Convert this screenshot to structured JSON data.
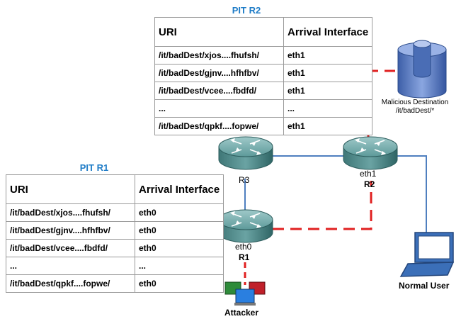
{
  "colors": {
    "title_blue": "#1f7cc7",
    "link_blue": "#4f7fbf",
    "link_red_dashed": "#e02020",
    "router_teal": "#4e8f8f",
    "server_blue": "#5a7fc7",
    "laptop_blue": "#3b6fb8"
  },
  "pit_r2": {
    "title": "PIT R2",
    "headers": [
      "URI",
      "Arrival Interface"
    ],
    "rows": [
      [
        "/it/badDest/xjos....fhufsh/",
        "eth1"
      ],
      [
        "/it/badDest/gjnv....hfhfbv/",
        "eth1"
      ],
      [
        "/it/badDest/vcee....fbdfd/",
        "eth1"
      ],
      [
        "...",
        "..."
      ],
      [
        "/it/badDest/qpkf....fopwe/",
        "eth1"
      ]
    ]
  },
  "pit_r1": {
    "title": "PIT R1",
    "headers": [
      "URI",
      "Arrival Interface"
    ],
    "rows": [
      [
        "/it/badDest/xjos....fhufsh/",
        "eth0"
      ],
      [
        "/it/badDest/gjnv....hfhfbv/",
        "eth0"
      ],
      [
        "/it/badDest/vcee....fbdfd/",
        "eth0"
      ],
      [
        "...",
        "..."
      ],
      [
        "/it/badDest/qpkf....fopwe/",
        "eth0"
      ]
    ]
  },
  "nodes": {
    "r3_label": "R3",
    "r2_iface": "eth1",
    "r2_label": "R2",
    "r1_iface": "eth0",
    "r1_label": "R1",
    "malicious_line1": "Malicious Destination",
    "malicious_line2": "/it/badDest/*",
    "attacker": "Attacker",
    "normal_user": "Normal User"
  },
  "icons": [
    "router-icon",
    "server-icon",
    "laptop-icon",
    "computers-icon"
  ]
}
